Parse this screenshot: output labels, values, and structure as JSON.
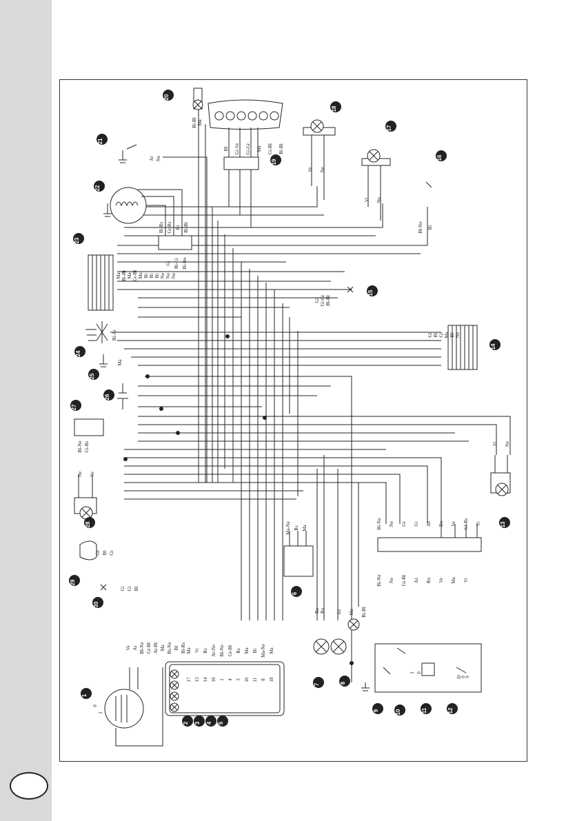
{
  "page": {
    "number": ""
  },
  "callouts": [
    "1",
    "2",
    "3",
    "4",
    "5",
    "6",
    "7",
    "8",
    "9",
    "10",
    "11",
    "12",
    "13",
    "14",
    "15",
    "16",
    "17",
    "18",
    "19",
    "20",
    "21",
    "22",
    "23",
    "24",
    "25",
    "26",
    "27",
    "28",
    "29",
    "30"
  ],
  "wire_labels": {
    "w20": [
      "Bi-Bl",
      "Ma"
    ],
    "w21": [
      "Ar",
      "Ne"
    ],
    "w19": [
      "Bl",
      "Gi-Ve",
      "Gi-Gr",
      "Ma",
      "Gi-Bl",
      "Bi-Bl"
    ],
    "w18": [
      "Ve",
      "Ne"
    ],
    "w17": [
      "Vi",
      "Ne"
    ],
    "w16": [
      "Bl-Ne",
      "Bi"
    ],
    "w22": [
      "Bi-Rs",
      "Gr-Rs",
      "Bi",
      "Bi-Bl"
    ],
    "w22b": [
      "Gi",
      "Bi-Gi",
      "Bi-Ne"
    ],
    "w23": [
      "Ma",
      "Bi-Bl",
      "Ma",
      "Gr-Bl",
      "Ma",
      "Bi",
      "Bi",
      "Bi",
      "Ne",
      "Ne",
      "Ne"
    ],
    "w24": [
      "Bi-Ar"
    ],
    "w25": [
      "Ma"
    ],
    "w15": [
      "Gi",
      "Gi-Gr",
      "Bl-Bl"
    ],
    "w14": [
      "Gi",
      "Bi",
      "Gi",
      "Ma",
      "Bl",
      "Ne"
    ],
    "w27": [
      "Bl-Ne",
      "Gi-Rs"
    ],
    "w28": [
      "Ne",
      "Ve"
    ],
    "w29": [
      "Gr",
      "Bl",
      "Gr"
    ],
    "w30": [
      "Gi",
      "Gi",
      "Bl"
    ],
    "w6": [
      "Ma-Ne",
      "Rs",
      "Ma"
    ],
    "w13": [
      "Vi",
      "Ne"
    ],
    "conn_top": [
      "Bi-Ne",
      "Ne",
      "Gr",
      "Gi",
      "Az",
      "Ro",
      "Ve",
      "Gi-Rs",
      "Vi"
    ],
    "conn_bottom": [
      "Bi-Ne",
      "Ne",
      "Gr-Bl",
      "Az",
      "Ro",
      "Ve",
      "Ma",
      "Vi"
    ],
    "w7": [
      "Ro",
      "Ro"
    ],
    "w8": [
      "Az",
      "Ma",
      "Bi-Bl"
    ],
    "w1": [
      "Ve",
      "Ar",
      "Bl-Ne",
      "Gr-Bl",
      "Ar-Bl",
      "Ma",
      "Bi-Ne",
      "Bl",
      "Bi-Rs"
    ],
    "dash_wires": [
      "Ma",
      "Vi",
      "Rs",
      "Ar-Ne",
      "Bl-Ne",
      "Gr-Bl",
      "Rs",
      "Ma",
      "Bi",
      "Ma-Ne",
      "Ma"
    ],
    "dash_pins": [
      "17",
      "13",
      "14",
      "10",
      "1",
      "4",
      "3",
      "16",
      "11",
      "8",
      "18"
    ],
    "w12": [
      "D",
      "0",
      "S"
    ],
    "w11": [
      "1",
      "0"
    ],
    "key": [
      "0",
      "1"
    ]
  }
}
